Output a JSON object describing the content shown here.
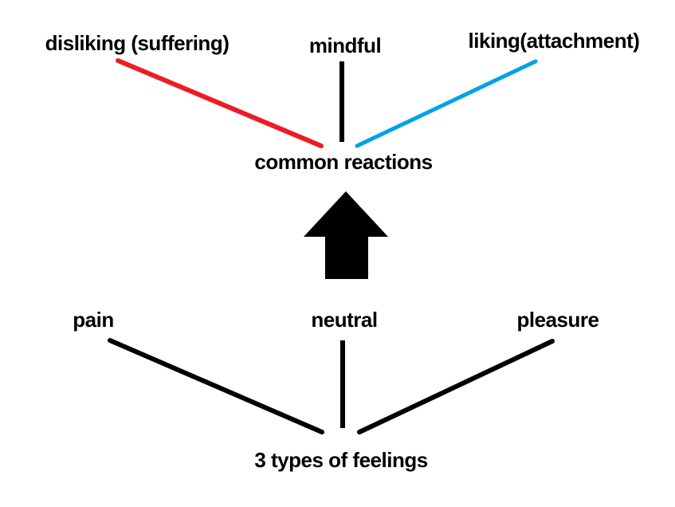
{
  "diagram": {
    "title": "3 types of feelings and common reactions (mindfulness diagram)",
    "labels": {
      "disliking": "disliking (suffering)",
      "mindful": "mindful",
      "liking": "liking(attachment)",
      "common_reactions": "common reactions",
      "pain": "pain",
      "neutral": "neutral",
      "pleasure": "pleasure",
      "feelings": "3 types of feelings"
    },
    "colors": {
      "red": "#ED1C24",
      "blue": "#00A2E8",
      "black": "#000000",
      "background": "#FFFFFF"
    },
    "edges": [
      {
        "from": "common reactions",
        "to": "disliking (suffering)",
        "color": "#ED1C24"
      },
      {
        "from": "common reactions",
        "to": "mindful",
        "color": "#000000"
      },
      {
        "from": "common reactions",
        "to": "liking(attachment)",
        "color": "#00A2E8"
      },
      {
        "from": "3 types of feelings",
        "to": "pain",
        "color": "#000000"
      },
      {
        "from": "3 types of feelings",
        "to": "neutral",
        "color": "#000000"
      },
      {
        "from": "3 types of feelings",
        "to": "pleasure",
        "color": "#000000"
      }
    ],
    "arrow": {
      "direction": "up",
      "from": "3 types of feelings group",
      "to": "common reactions",
      "color": "#000000"
    }
  }
}
